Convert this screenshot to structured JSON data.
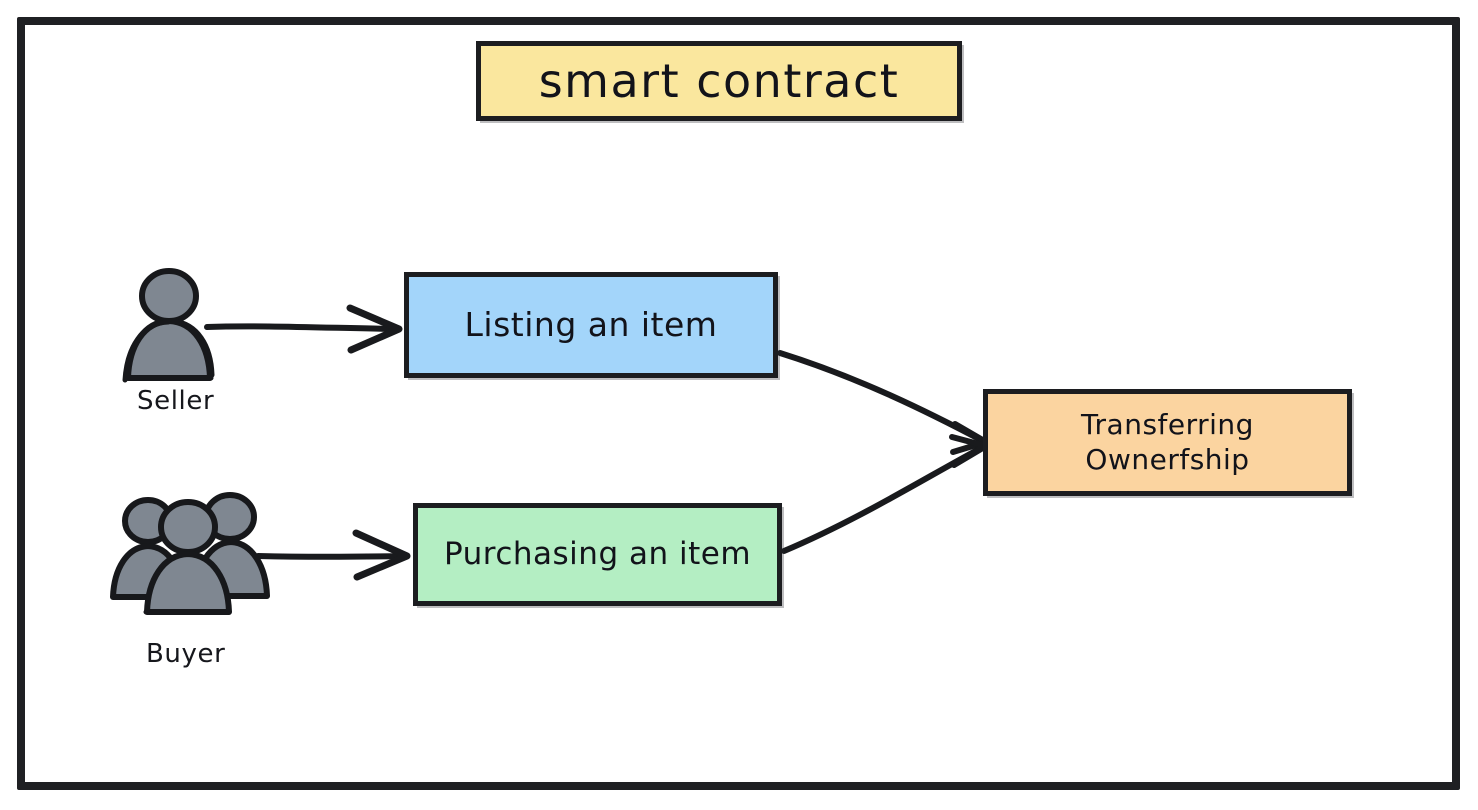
{
  "diagram": {
    "title_box": {
      "label": "smart contract",
      "fill": "#fae79e",
      "stroke": "#1c1d20"
    },
    "nodes": [
      {
        "id": "listing",
        "label": "Listing an item",
        "fill": "#a3d5fa",
        "stroke": "#1c1d20"
      },
      {
        "id": "purchasing",
        "label": "Purchasing an item",
        "fill": "#b4eec3",
        "stroke": "#1c1d20"
      },
      {
        "id": "transfer",
        "label": "Transferring\nOwnerfship",
        "fill": "#fbd4a0",
        "stroke": "#1c1d20"
      }
    ],
    "actors": [
      {
        "id": "seller",
        "caption": "Seller",
        "icon": "single-person-icon",
        "fill": "#7f8791",
        "stroke": "#1a1b1e"
      },
      {
        "id": "buyer",
        "caption": "Buyer",
        "icon": "group-of-people-icon",
        "fill": "#7f8791",
        "stroke": "#1a1b1e"
      }
    ],
    "connectors": [
      {
        "id": "seller-to-listing",
        "from": "seller",
        "to": "listing",
        "arrow": true
      },
      {
        "id": "buyer-to-purchasing",
        "from": "buyer",
        "to": "purchasing",
        "arrow": true
      },
      {
        "id": "listing-to-transfer",
        "from": "listing",
        "to": "transfer",
        "arrow": false
      },
      {
        "id": "purchasing-to-transfer",
        "from": "purchasing",
        "to": "transfer",
        "arrow": false
      }
    ],
    "frame": {
      "stroke": "#1f2023"
    },
    "background": "#ffffff"
  }
}
